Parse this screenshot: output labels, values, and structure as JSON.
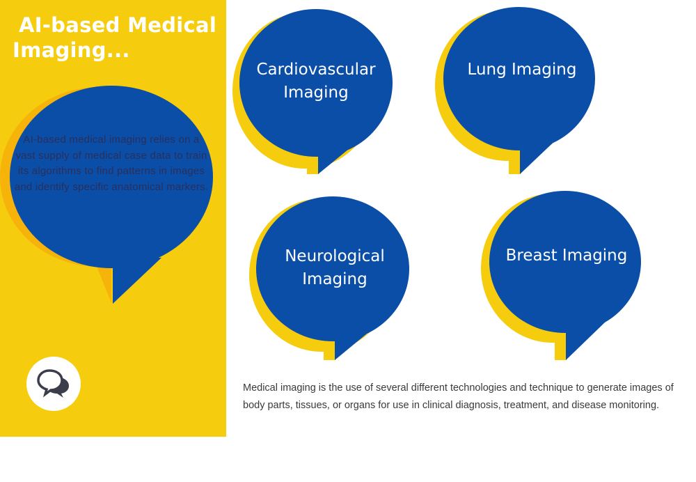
{
  "sidebar": {
    "title_line1": "AI-based Medical",
    "title_line2": "Imaging...",
    "description": "AI-based medical imaging relies on a vast supply of medical case data to train its algorithms to find patterns in images and identify specific anatomical markers.",
    "icon": "chat-bubbles-icon"
  },
  "bubbles": [
    {
      "label": "Cardiovascular Imaging"
    },
    {
      "label": "Lung Imaging"
    },
    {
      "label": "Neurological Imaging"
    },
    {
      "label": "Breast Imaging"
    }
  ],
  "caption": "Medical imaging is the use of several different technologies and  technique to generate images of body parts, tissues, or organs for use  in clinical diagnosis, treatment, and disease monitoring.",
  "colors": {
    "yellow": "#f6cc0f",
    "blue": "#0a4ea8",
    "white": "#ffffff"
  }
}
